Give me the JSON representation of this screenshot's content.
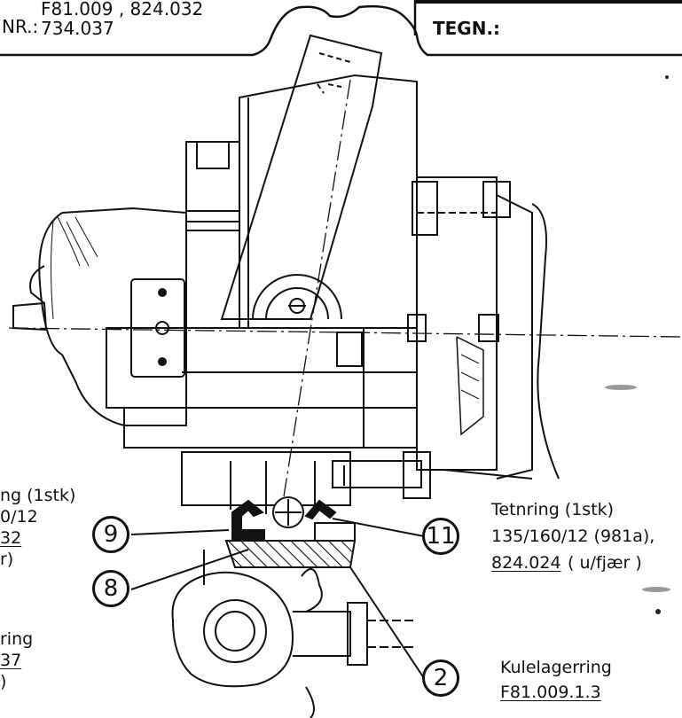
{
  "header": {
    "nr_label": "NR.:",
    "nr_line1": "F81.009 , 824.032",
    "nr_line2": "734.037",
    "tegn_label": "TEGN.:"
  },
  "callouts": {
    "c9": "9",
    "c8": "8",
    "c11": "11",
    "c2": "2"
  },
  "left_notes": {
    "line1": "ng (1stk)",
    "line2": "0/12",
    "line3": "32",
    "line4": "r)",
    "line5": "ring",
    "line6": "37",
    "line7": ")"
  },
  "right_notes": {
    "seal_title": "Tetnring (1stk)",
    "seal_dims": "135/160/12 (981a),",
    "seal_part": "824.024",
    "seal_note": "( u/fjær )",
    "bearing_title": "Kulelagerring",
    "bearing_part": "F81.009.1.3"
  }
}
